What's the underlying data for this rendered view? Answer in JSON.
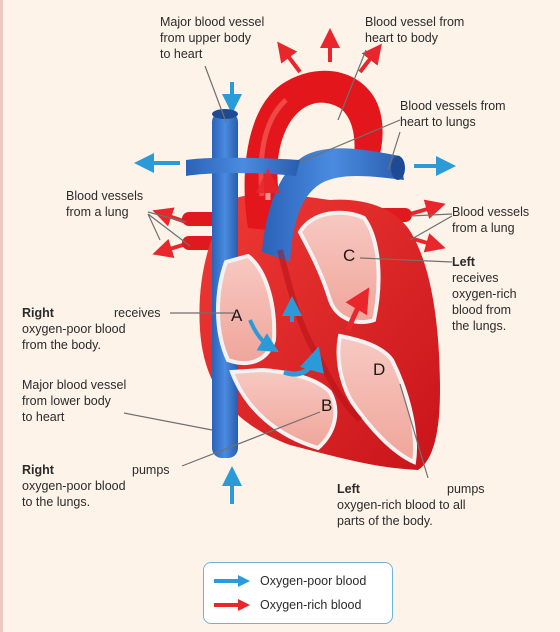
{
  "labels": {
    "upper_vessel": [
      "Major blood vessel",
      "from upper body",
      "to heart"
    ],
    "heart_to_body": [
      "Blood vessel from",
      "heart to body"
    ],
    "heart_to_lungs": [
      "Blood vessels from",
      "heart to lungs"
    ],
    "lung_left": [
      "Blood vessels",
      "from a lung"
    ],
    "lung_right": [
      "Blood vessels",
      "from a lung"
    ],
    "left_receives": {
      "bold": "Left",
      "lines": [
        "receives",
        "oxygen-rich",
        "blood from",
        "the lungs."
      ]
    },
    "right_receives": {
      "bold": "Right",
      "word": "receives",
      "lines": [
        "oxygen-poor blood",
        "from the body."
      ]
    },
    "lower_vessel": [
      "Major blood vessel",
      "from lower body",
      "to heart"
    ],
    "right_pumps": {
      "bold": "Right",
      "word": "pumps",
      "lines": [
        "oxygen-poor blood",
        "to the lungs."
      ]
    },
    "left_pumps": {
      "bold": "Left",
      "word": "pumps",
      "lines": [
        "oxygen-rich blood to all",
        "parts of the body."
      ]
    }
  },
  "chambers": {
    "a": "A",
    "b": "B",
    "c": "C",
    "d": "D"
  },
  "legend": {
    "poor": "Oxygen-poor blood",
    "rich": "Oxygen-rich blood"
  },
  "colors": {
    "oxygen_poor": "#2f78c8",
    "oxygen_rich": "#e0191f",
    "arrow_blue": "#2a9ad8",
    "arrow_red": "#e8262c",
    "leader": "#707070"
  }
}
